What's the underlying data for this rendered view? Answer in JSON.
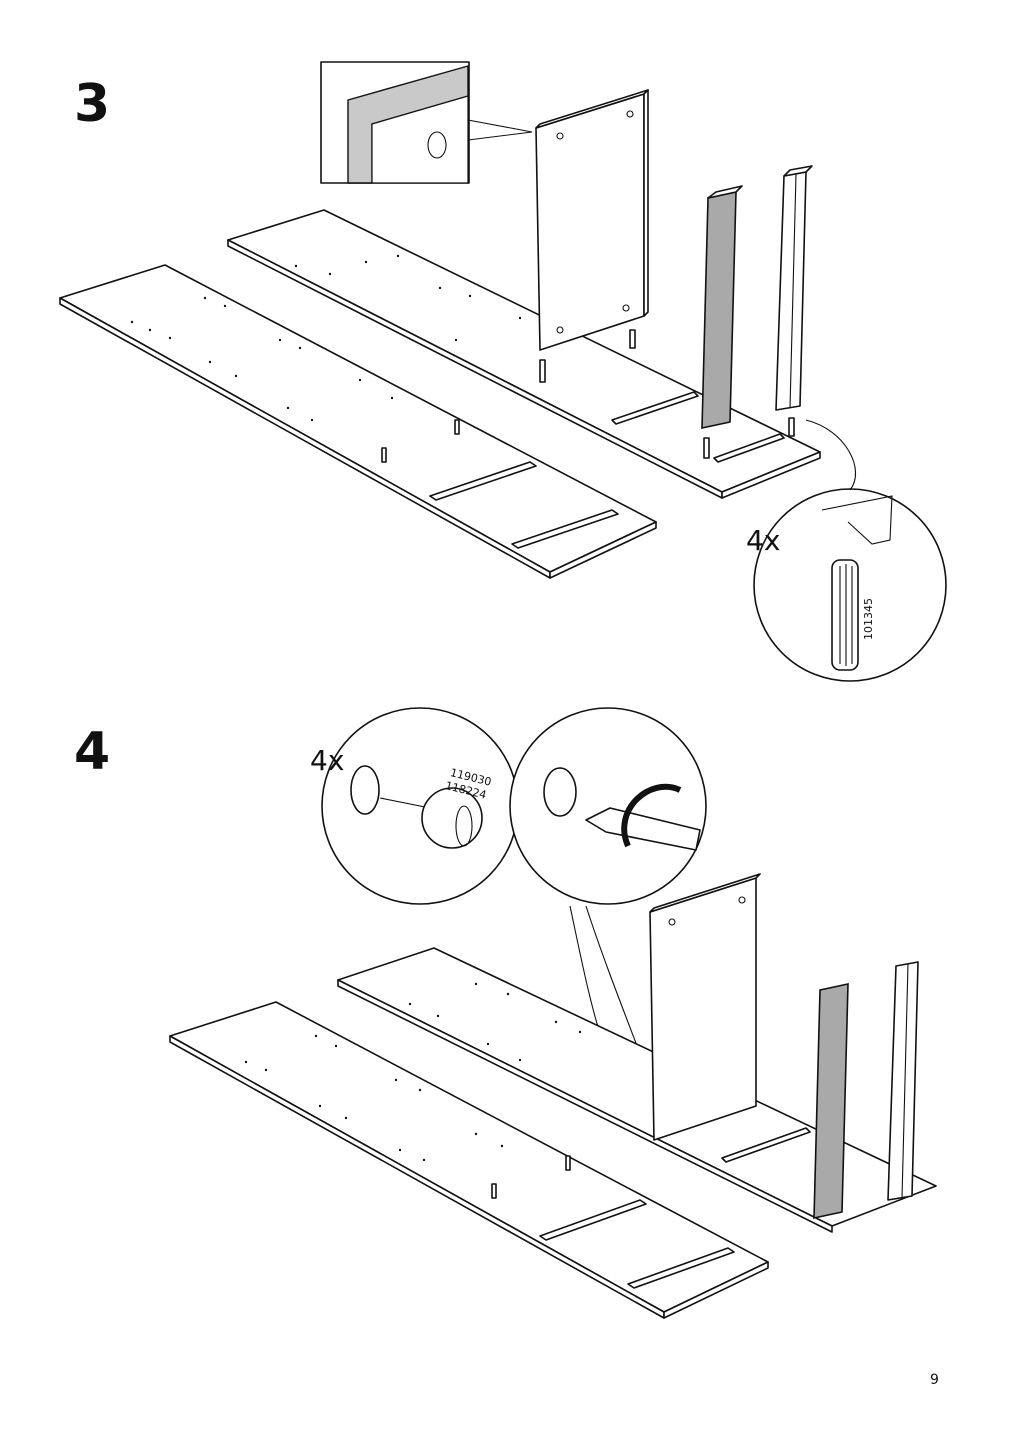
{
  "steps": [
    {
      "number": "3",
      "quantity_label": "4x",
      "part_numbers": [
        "101345"
      ]
    },
    {
      "number": "4",
      "quantity_label": "4x",
      "part_numbers": [
        "119030",
        "118224"
      ]
    }
  ],
  "page_number": "9",
  "icons": {
    "step3_illustration": "shelf-assembly-dowels-icon",
    "step4_illustration": "shelf-assembly-cam-lock-icon"
  },
  "colors": {
    "ink": "#111111",
    "panel_shade": "#a9a9a9",
    "background": "#ffffff"
  }
}
